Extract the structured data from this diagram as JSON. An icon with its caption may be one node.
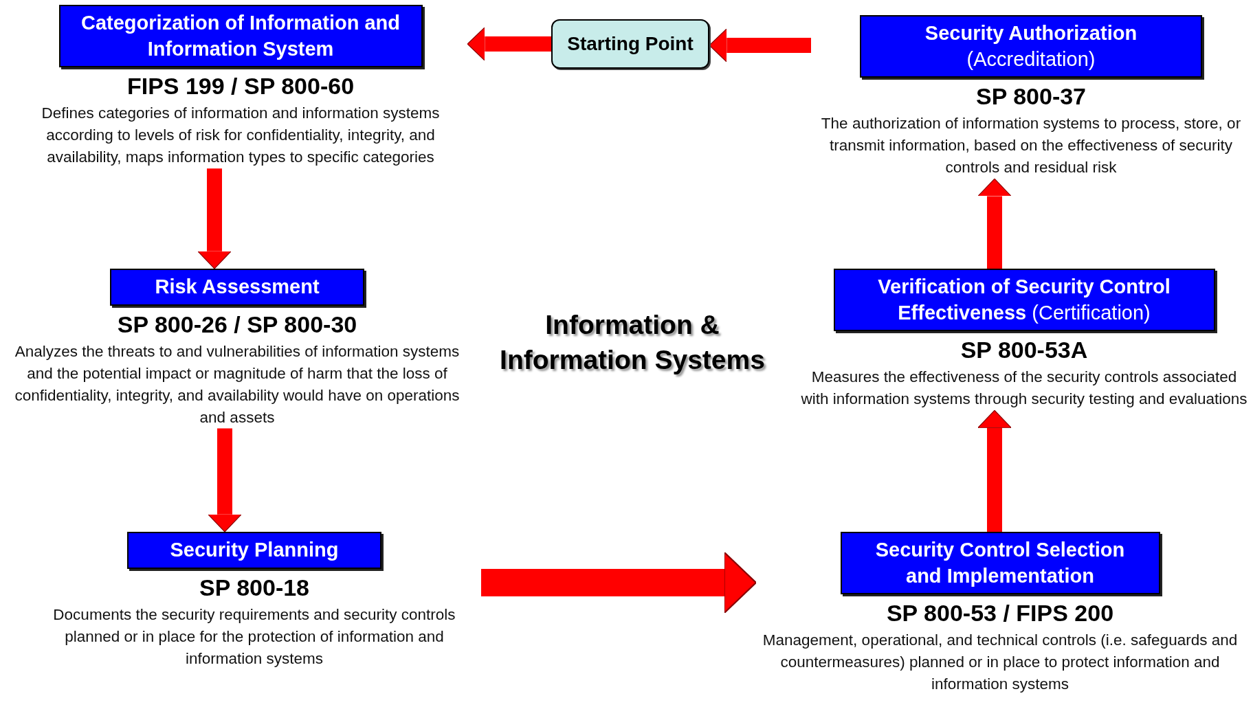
{
  "diagram": {
    "nodes": [
      {
        "text": [
          "Starting Point"
        ]
      },
      {
        "text": [
          "Categorization of Information and Information System"
        ],
        "beside": [
          "FIPS 199 / SP 800-60",
          "Defines categories of information and information systems according to levels of risk for confidentiality, integrity, and availability, maps information types to specific categories"
        ]
      },
      {
        "text": [
          "**Security Authorization** (Accreditation)"
        ],
        "beside": [
          "SP 800-37",
          "The authorization of information systems to process, store, or transmit information, based on the effectiveness of security controls and residual risk"
        ]
      },
      {
        "text": [
          "Risk Assessment"
        ],
        "beside": [
          "SP 800-26 / SP 800-30",
          "Analyzes the threats to and vulnerabilities of information systems and the potential impact or magnitude of harm that the loss of confidentiality, integrity, and availability would have on operations and assets"
        ]
      },
      {
        "text": [
          "**Verification of Security Control Effectiveness** (Certification)"
        ],
        "beside": [
          "SP 800-53A",
          "Measures the effectiveness of the security controls associated with information systems through security testing and evaluations"
        ]
      },
      {
        "text": [
          "Security Planning"
        ],
        "beside": [
          "SP 800-18",
          "Documents the security requirements and security controls planned or in place for the protection of information and information systems"
        ]
      },
      {
        "text": [
          "Security Control Selection and Implementation"
        ],
        "beside": [
          "SP 800-53 / FIPS 200",
          "Management, operational, and technical controls (i.e. safeguards and countermeasures) planned or in place to protect information and information systems"
        ]
      }
    ],
    "edges": [
      {
        "from": 0,
        "to": 1,
        "arrow": "to"
      },
      {
        "from": 2,
        "to": 0,
        "arrow": "to"
      },
      {
        "from": 1,
        "to": 3,
        "arrow": "to"
      },
      {
        "from": 3,
        "to": 5,
        "arrow": "to"
      },
      {
        "from": 5,
        "to": 6,
        "arrow": "to",
        "style": "thick"
      },
      {
        "from": 6,
        "to": 4,
        "arrow": "to"
      },
      {
        "from": 4,
        "to": 2,
        "arrow": "to"
      }
    ],
    "labels": [
      "Information & Information Systems"
    ]
  }
}
